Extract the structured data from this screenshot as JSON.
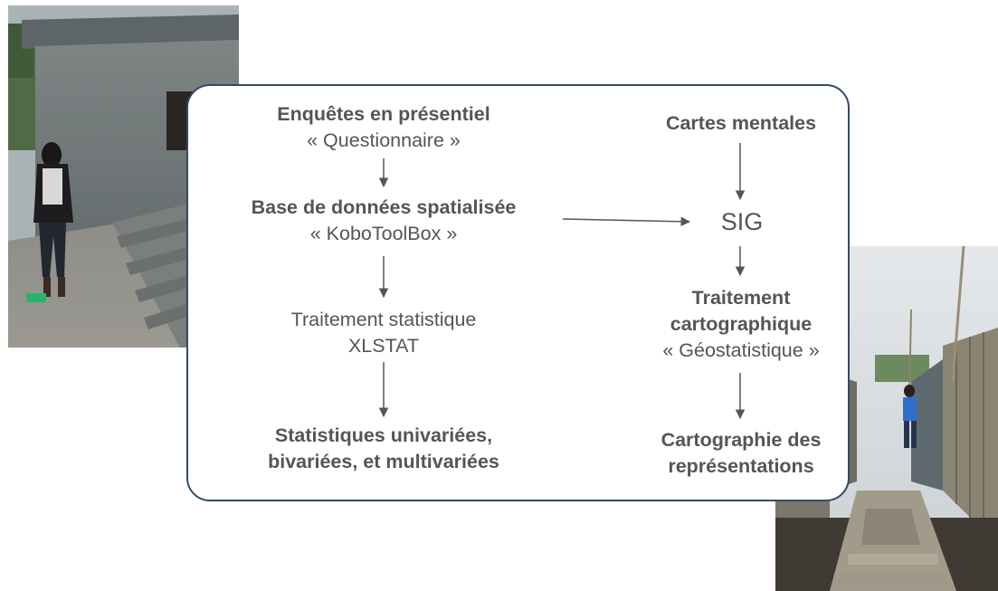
{
  "nodes": {
    "enquetes": {
      "title": "Enquêtes en présentiel",
      "sub": "« Questionnaire »"
    },
    "base": {
      "title": "Base de données spatialisée",
      "sub": "« KoboToolBox »"
    },
    "traitement_stat": {
      "line1": "Traitement statistique",
      "line2": "XLSTAT"
    },
    "statistiques": {
      "line1": "Statistiques univariées,",
      "line2": "bivariées, et multivariées"
    },
    "cartes": {
      "title": "Cartes mentales"
    },
    "sig": {
      "label": "SIG"
    },
    "traitement_carto": {
      "line1": "Traitement",
      "line2": "cartographique",
      "sub": "« Géostatistique »"
    },
    "cartographie": {
      "line1": "Cartographie des",
      "line2": "représentations"
    }
  },
  "colors": {
    "box_border": "#33496b",
    "text": "#555555",
    "arrow": "#555555"
  }
}
